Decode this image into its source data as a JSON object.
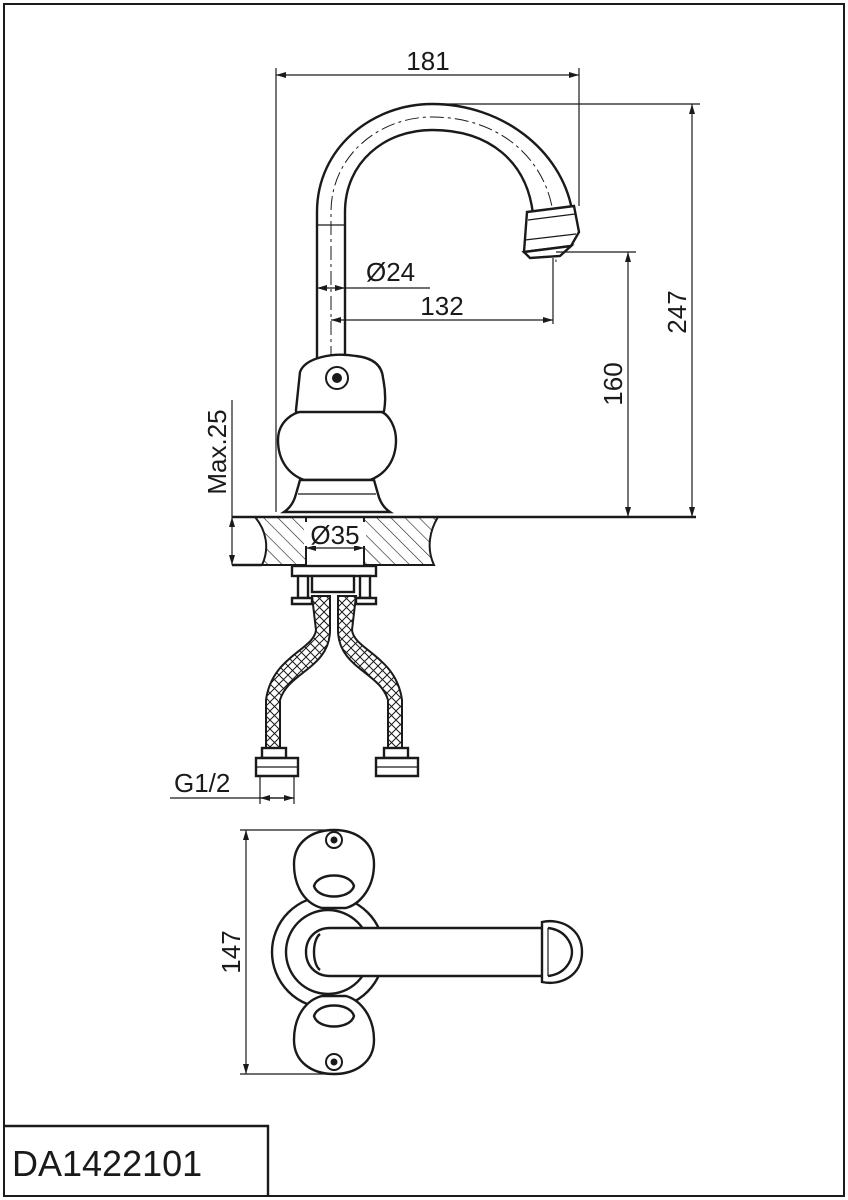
{
  "dimensions": {
    "reach_total": "181",
    "height_total": "247",
    "spout_diameter": "Ø24",
    "spout_reach": "132",
    "spout_height": "160",
    "max_thickness": "Max.25",
    "hole_diameter": "Ø35",
    "thread": "G1/2",
    "top_width": "147"
  },
  "product_code": "DA1422101"
}
